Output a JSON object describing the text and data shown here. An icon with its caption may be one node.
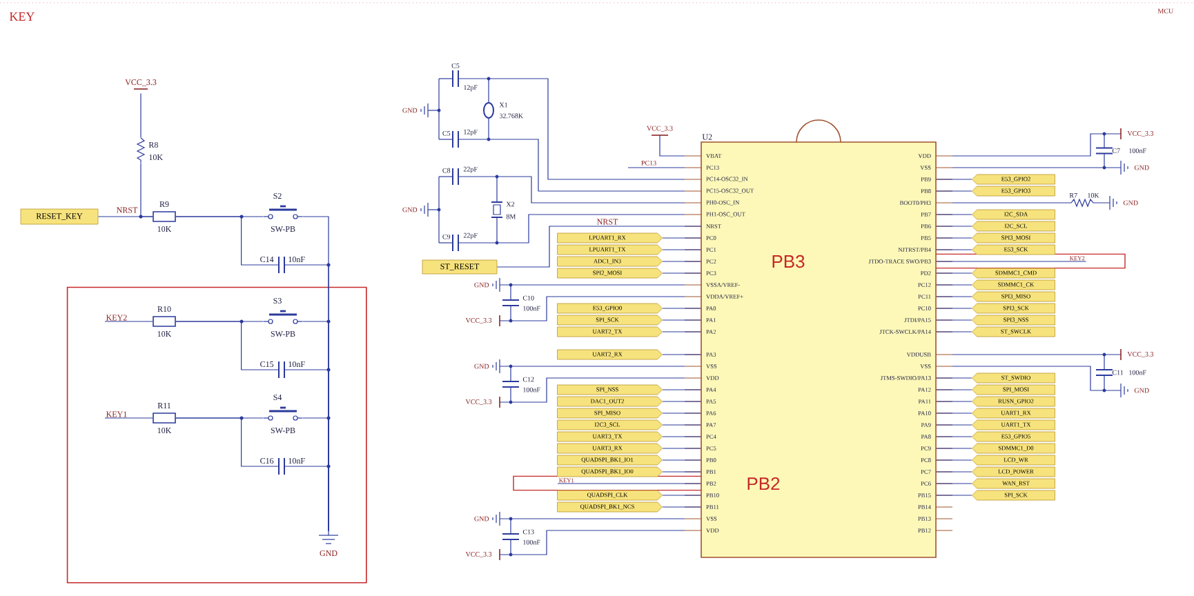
{
  "diagram": {
    "title": "KEY",
    "nodes": [
      {
        "text": [
          "RESET_KEY"
        ]
      },
      {
        "text": [
          "VCC_3.3"
        ]
      },
      {
        "text": [
          "R8",
          "10K"
        ]
      },
      {
        "text": [
          "R9",
          "10K"
        ]
      },
      {
        "text": [
          "S2",
          "SW-PB"
        ]
      },
      {
        "text": [
          "C14",
          "10nF"
        ]
      },
      {
        "text": [],
        "shape": "box"
      },
      {
        "text": [
          "KEY2"
        ],
        "in": 6
      },
      {
        "text": [
          "R10",
          "10K"
        ],
        "in": 6
      },
      {
        "text": [
          "S3",
          "SW-PB"
        ],
        "in": 6
      },
      {
        "text": [
          "C15",
          "10nF"
        ],
        "in": 6
      },
      {
        "text": [
          "KEY1"
        ],
        "in": 6
      },
      {
        "text": [
          "R11",
          "10K"
        ],
        "in": 6
      },
      {
        "text": [
          "S4",
          "SW-PB"
        ],
        "in": 6
      },
      {
        "text": [
          "C16",
          "10nF"
        ],
        "in": 6
      },
      {
        "text": [
          "GND"
        ],
        "in": 6
      },
      {
        "text": [
          "U2",
          "VBAT",
          "PC13",
          "PC14-OSC32_IN",
          "PC15-OSC32_OUT",
          "PH0-OSC_IN",
          "PH1-OSC_OUT",
          "NRST",
          "PC0",
          "PC1",
          "PC2",
          "PC3",
          "VSSA/VREF-",
          "VDDA/VREF+",
          "PA0",
          "PA1",
          "PA2",
          "PA3",
          "VSS",
          "VDD",
          "PA4",
          "PA5",
          "PA6",
          "PA7",
          "PC4",
          "PC5",
          "PB0",
          "PB1",
          "PB2",
          "PB10",
          "PB11",
          "VSS",
          "VDD",
          "VDD",
          "VSS",
          "PB9",
          "PB8",
          "BOOT0/PH3",
          "PB7",
          "PB6",
          "PB5",
          "NJTRST/PB4",
          "JTDO-TRACE SWO/PB3",
          "PD2",
          "PC12",
          "PC11",
          "PC10",
          "JTDI/PA15",
          "JTCK-SWCLK/PA14",
          "VDDUSB",
          "VSS",
          "JTMS-SWDIO/PA13",
          "PA12",
          "PA11",
          "PA10",
          "PA9",
          "PA8",
          "PC9",
          "PC8",
          "PC7",
          "PC6",
          "PB15",
          "PB14",
          "PB13",
          "PB12"
        ]
      },
      {
        "text": [
          "ST_RESET"
        ]
      },
      {
        "text": [
          "LPUART1_RX"
        ]
      },
      {
        "text": [
          "LPUART1_TX"
        ]
      },
      {
        "text": [
          "ADC1_IN3"
        ]
      },
      {
        "text": [
          "SPI2_MOSI"
        ]
      },
      {
        "text": [
          "E53_GPIO0"
        ]
      },
      {
        "text": [
          "SPI_SCK"
        ]
      },
      {
        "text": [
          "UART2_TX"
        ]
      },
      {
        "text": [
          "UART2_RX"
        ]
      },
      {
        "text": [
          "SPI_NSS"
        ]
      },
      {
        "text": [
          "DAC1_OUT2"
        ]
      },
      {
        "text": [
          "SPI_MISO"
        ]
      },
      {
        "text": [
          "I2C3_SCL"
        ]
      },
      {
        "text": [
          "UART3_TX"
        ]
      },
      {
        "text": [
          "UART3_RX"
        ]
      },
      {
        "text": [
          "QUADSPI_BK1_IO1"
        ]
      },
      {
        "text": [
          "QUADSPI_BK1_IO0"
        ]
      },
      {
        "text": [
          "KEY1"
        ]
      },
      {
        "text": [
          "QUADSPI_CLK"
        ]
      },
      {
        "text": [
          "QUADSPI_BK1_NCS"
        ]
      },
      {
        "text": [
          "E53_GPIO2"
        ]
      },
      {
        "text": [
          "E53_GPIO3"
        ]
      },
      {
        "text": [
          "I2C_SDA"
        ]
      },
      {
        "text": [
          "I2C_SCL"
        ]
      },
      {
        "text": [
          "SPI3_MOSI"
        ]
      },
      {
        "text": [
          "E53_SCK"
        ]
      },
      {
        "text": [
          "KEY2"
        ]
      },
      {
        "text": [
          "SDMMC1_CMD"
        ]
      },
      {
        "text": [
          "SDMMC1_CK"
        ]
      },
      {
        "text": [
          "SPI3_MISO"
        ]
      },
      {
        "text": [
          "SPI3_SCK"
        ]
      },
      {
        "text": [
          "SPI3_NSS"
        ]
      },
      {
        "text": [
          "ST_SWCLK"
        ]
      },
      {
        "text": [
          "ST_SWDIO"
        ]
      },
      {
        "text": [
          "SPI_MOSI"
        ]
      },
      {
        "text": [
          "RUSN_GPIO2"
        ]
      },
      {
        "text": [
          "UART1_RX"
        ]
      },
      {
        "text": [
          "UART1_TX"
        ]
      },
      {
        "text": [
          "E53_GPIO5"
        ]
      },
      {
        "text": [
          "SDMMC1_D0"
        ]
      },
      {
        "text": [
          "LCD_WR"
        ]
      },
      {
        "text": [
          "LCD_POWER"
        ]
      },
      {
        "text": [
          "WAN_RST"
        ]
      },
      {
        "text": [
          "SPI_SCK"
        ]
      }
    ],
    "edges": [
      {
        "from": 0,
        "to": 3,
        "arrow": "none",
        "label": "NRST"
      },
      {
        "from": 1,
        "to": 2,
        "arrow": "none"
      },
      {
        "from": 2,
        "to": 3,
        "arrow": "none"
      },
      {
        "from": 3,
        "to": 4,
        "arrow": "none"
      },
      {
        "from": 3,
        "to": 5,
        "arrow": "none"
      },
      {
        "from": 4,
        "to": 15,
        "arrow": "none"
      },
      {
        "from": 5,
        "to": 15,
        "arrow": "none"
      },
      {
        "from": 7,
        "to": 8,
        "arrow": "none"
      },
      {
        "from": 8,
        "to": 9,
        "arrow": "none"
      },
      {
        "from": 8,
        "to": 10,
        "arrow": "none"
      },
      {
        "from": 9,
        "to": 15,
        "arrow": "none"
      },
      {
        "from": 10,
        "to": 15,
        "arrow": "none"
      },
      {
        "from": 11,
        "to": 12,
        "arrow": "none"
      },
      {
        "from": 12,
        "to": 13,
        "arrow": "none"
      },
      {
        "from": 12,
        "to": 14,
        "arrow": "none"
      },
      {
        "from": 13,
        "to": 15,
        "arrow": "none"
      },
      {
        "from": 14,
        "to": 15,
        "arrow": "none"
      },
      {
        "from": 17,
        "to": 16,
        "arrow": "none",
        "label": "NRST"
      },
      {
        "from": 18,
        "to": 16,
        "arrow": "none"
      },
      {
        "from": 19,
        "to": 16,
        "arrow": "none"
      },
      {
        "from": 20,
        "to": 16,
        "arrow": "none"
      },
      {
        "from": 21,
        "to": 16,
        "arrow": "none"
      },
      {
        "from": 22,
        "to": 16,
        "arrow": "none"
      },
      {
        "from": 23,
        "to": 16,
        "arrow": "none"
      },
      {
        "from": 24,
        "to": 16,
        "arrow": "none"
      },
      {
        "from": 25,
        "to": 16,
        "arrow": "none"
      },
      {
        "from": 26,
        "to": 16,
        "arrow": "none"
      },
      {
        "from": 27,
        "to": 16,
        "arrow": "none"
      },
      {
        "from": 28,
        "to": 16,
        "arrow": "none"
      },
      {
        "from": 29,
        "to": 16,
        "arrow": "none"
      },
      {
        "from": 30,
        "to": 16,
        "arrow": "none"
      },
      {
        "from": 31,
        "to": 16,
        "arrow": "none"
      },
      {
        "from": 32,
        "to": 16,
        "arrow": "none"
      },
      {
        "from": 33,
        "to": 16,
        "arrow": "none"
      },
      {
        "from": 34,
        "to": 16,
        "arrow": "none"
      },
      {
        "from": 35,
        "to": 16,
        "arrow": "none"
      },
      {
        "from": 36,
        "to": 16,
        "arrow": "none"
      },
      {
        "from": 37,
        "to": 16,
        "arrow": "none"
      },
      {
        "from": 38,
        "to": 16,
        "arrow": "none"
      },
      {
        "from": 39,
        "to": 16,
        "arrow": "none"
      },
      {
        "from": 40,
        "to": 16,
        "arrow": "none"
      },
      {
        "from": 41,
        "to": 16,
        "arrow": "none"
      },
      {
        "from": 42,
        "to": 16,
        "arrow": "none"
      },
      {
        "from": 43,
        "to": 16,
        "arrow": "none"
      },
      {
        "from": 44,
        "to": 16,
        "arrow": "none"
      },
      {
        "from": 45,
        "to": 16,
        "arrow": "none"
      },
      {
        "from": 46,
        "to": 16,
        "arrow": "none"
      },
      {
        "from": 47,
        "to": 16,
        "arrow": "none"
      },
      {
        "from": 48,
        "to": 16,
        "arrow": "none"
      },
      {
        "from": 49,
        "to": 16,
        "arrow": "none"
      },
      {
        "from": 50,
        "to": 16,
        "arrow": "none"
      },
      {
        "from": 51,
        "to": 16,
        "arrow": "none"
      },
      {
        "from": 52,
        "to": 16,
        "arrow": "none"
      },
      {
        "from": 53,
        "to": 16,
        "arrow": "none"
      },
      {
        "from": 54,
        "to": 16,
        "arrow": "none"
      },
      {
        "from": 55,
        "to": 16,
        "arrow": "none"
      },
      {
        "from": 56,
        "to": 16,
        "arrow": "none"
      },
      {
        "from": 57,
        "to": 16,
        "arrow": "none"
      },
      {
        "from": 58,
        "to": 16,
        "arrow": "none"
      },
      {
        "from": 59,
        "to": 16,
        "arrow": "none"
      },
      {
        "from": 60,
        "to": 16,
        "arrow": "none"
      }
    ],
    "labels": [
      "MCU",
      "C5",
      "12pF",
      "X1",
      "32.768K",
      "C5",
      "12pF",
      "C8",
      "22pF",
      "X2",
      "8M",
      "C9",
      "22pF",
      "GND",
      "GND",
      "VCC_3.3",
      "PC13",
      "GND",
      "C10",
      "100nF",
      "VCC_3.3",
      "GND",
      "C12",
      "100nF",
      "VCC_3.3",
      "GND",
      "C13",
      "100nF",
      "VCC_3.3",
      "VCC_3.3",
      "C7",
      "100nF",
      "GND",
      "R7",
      "10K",
      "GND",
      "VCC_3.3",
      "C11",
      "100nF",
      "GND",
      "PB3",
      "PB2"
    ]
  }
}
